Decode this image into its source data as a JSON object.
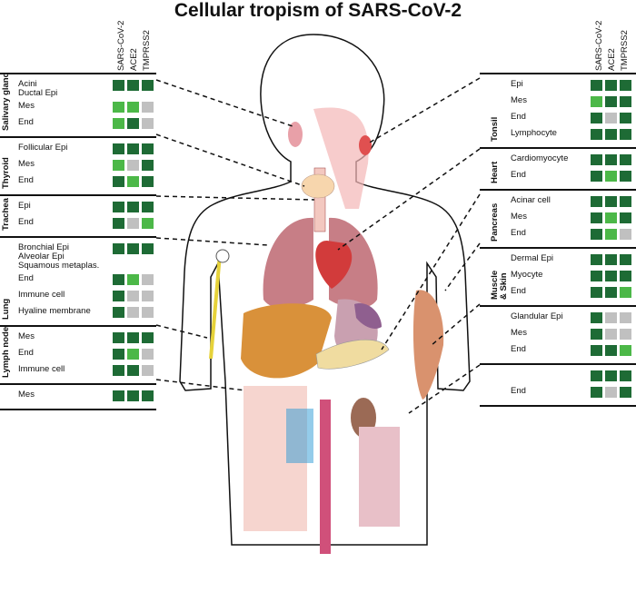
{
  "title": "Cellular tropism of SARS-CoV-2",
  "colors": {
    "dark": "#1e6b35",
    "light": "#4cb848",
    "gray": "#c0c0c0"
  },
  "columns": [
    "SARS-CoV-2",
    "ACE2",
    "TMPRSS2"
  ],
  "left_organs": [
    {
      "name": "Salivary gland",
      "rows": [
        {
          "label": "Acini\nDuctal Epi",
          "v": [
            "d",
            "d",
            "d"
          ]
        },
        {
          "label": "Mes",
          "v": [
            "l",
            "l",
            "g"
          ]
        },
        {
          "label": "End",
          "v": [
            "l",
            "d",
            "g"
          ]
        }
      ]
    },
    {
      "name": "Thyroid",
      "rows": [
        {
          "label": "Follicular Epi",
          "v": [
            "d",
            "d",
            "d"
          ]
        },
        {
          "label": "Mes",
          "v": [
            "l",
            "g",
            "d"
          ]
        },
        {
          "label": "End",
          "v": [
            "d",
            "l",
            "d"
          ]
        }
      ]
    },
    {
      "name": "Trachea",
      "rows": [
        {
          "label": "Epi",
          "v": [
            "d",
            "d",
            "d"
          ]
        },
        {
          "label": "End",
          "v": [
            "d",
            "g",
            "l"
          ]
        }
      ]
    },
    {
      "name": "Lung",
      "rows": [
        {
          "label": "Bronchial Epi\nAlveolar Epi\nSquamous metaplas.",
          "v": [
            "d",
            "d",
            "d"
          ]
        },
        {
          "label": "End",
          "v": [
            "d",
            "l",
            "g"
          ]
        },
        {
          "label": "Immune cell",
          "v": [
            "d",
            "g",
            "g"
          ]
        },
        {
          "label": "Hyaline membrane",
          "v": [
            "d",
            "g",
            "g"
          ]
        }
      ]
    },
    {
      "name": "Lymph node",
      "rows": [
        {
          "label": "Mes",
          "v": [
            "d",
            "d",
            "d"
          ]
        },
        {
          "label": "End",
          "v": [
            "d",
            "l",
            "g"
          ]
        },
        {
          "label": "Immune cell",
          "v": [
            "d",
            "d",
            "g"
          ]
        }
      ]
    },
    {
      "name": "",
      "rows": [
        {
          "label": "Mes",
          "v": [
            "d",
            "d",
            "d"
          ]
        }
      ]
    }
  ],
  "right_organs": [
    {
      "name": "Tonsil",
      "rows": [
        {
          "label": "Epi",
          "v": [
            "d",
            "d",
            "d"
          ]
        },
        {
          "label": "Mes",
          "v": [
            "l",
            "d",
            "d"
          ]
        },
        {
          "label": "End",
          "v": [
            "d",
            "g",
            "d"
          ]
        },
        {
          "label": "Lymphocyte",
          "v": [
            "d",
            "d",
            "d"
          ]
        }
      ]
    },
    {
      "name": "Heart",
      "rows": [
        {
          "label": "Cardiomyocyte",
          "v": [
            "d",
            "d",
            "d"
          ]
        },
        {
          "label": "End",
          "v": [
            "d",
            "l",
            "d"
          ]
        }
      ]
    },
    {
      "name": "Pancreas",
      "rows": [
        {
          "label": "Acinar cell",
          "v": [
            "d",
            "d",
            "d"
          ]
        },
        {
          "label": "Mes",
          "v": [
            "d",
            "l",
            "d"
          ]
        },
        {
          "label": "End",
          "v": [
            "d",
            "l",
            "g"
          ]
        }
      ]
    },
    {
      "name": "Muscle\n& Skin",
      "rows": [
        {
          "label": "Dermal Epi",
          "v": [
            "d",
            "d",
            "d"
          ]
        },
        {
          "label": "Myocyte",
          "v": [
            "d",
            "d",
            "d"
          ]
        },
        {
          "label": "End",
          "v": [
            "d",
            "d",
            "l"
          ]
        }
      ]
    },
    {
      "name": "",
      "rows": [
        {
          "label": "Glandular Epi",
          "v": [
            "d",
            "g",
            "g"
          ]
        },
        {
          "label": "Mes",
          "v": [
            "d",
            "g",
            "g"
          ]
        },
        {
          "label": "End",
          "v": [
            "d",
            "d",
            "l"
          ]
        }
      ]
    },
    {
      "name": "",
      "rows": [
        {
          "label": "",
          "v": [
            "d",
            "d",
            "d"
          ]
        },
        {
          "label": "End",
          "v": [
            "d",
            "g",
            "d"
          ]
        }
      ]
    }
  ]
}
